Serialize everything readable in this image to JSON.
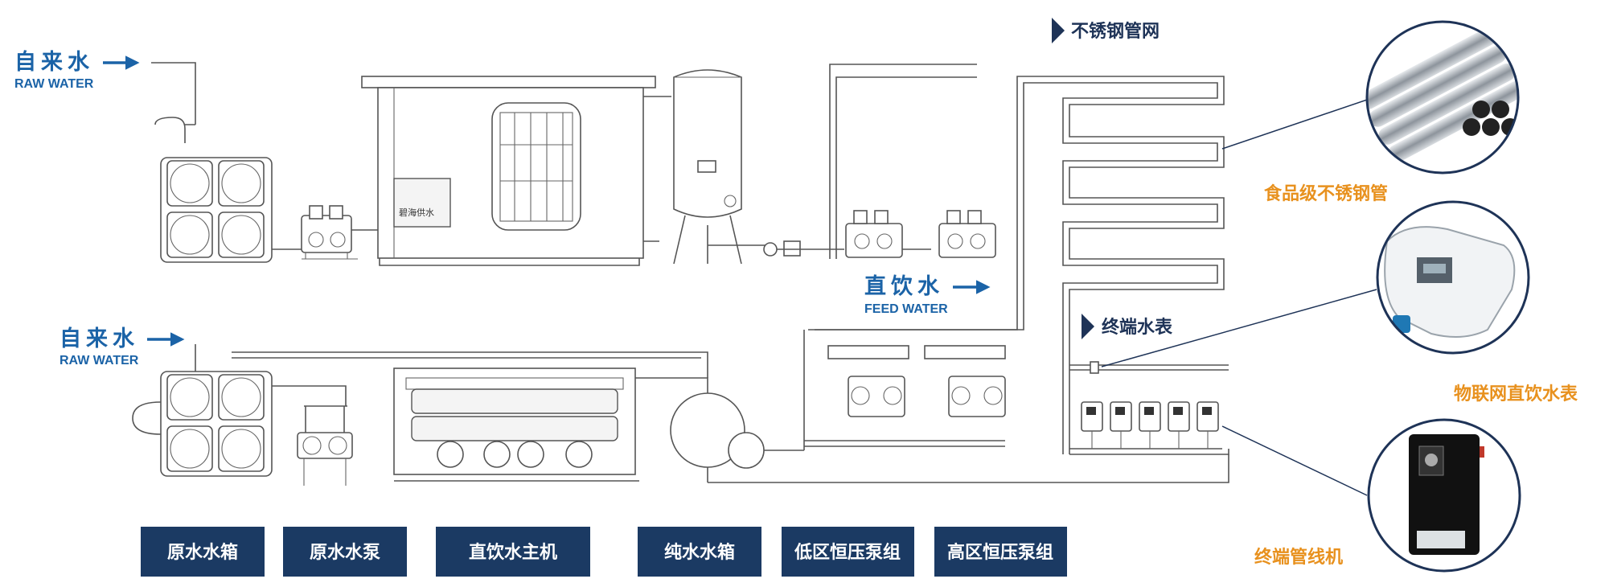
{
  "inlets": {
    "top": {
      "cn": "自来水",
      "en": "RAW WATER"
    },
    "bottom": {
      "cn": "自来水",
      "en": "RAW WATER"
    },
    "feed": {
      "cn": "直饮水",
      "en": "FEED WATER"
    }
  },
  "headings": {
    "pipe_network": "不锈钢管网",
    "terminal_meter": "终端水表"
  },
  "callouts": {
    "steel_pipe": "食品级不锈钢管",
    "iot_meter": "物联网直饮水表",
    "terminal_machine": "终端管线机"
  },
  "host_brand": "碧海供水",
  "legend": [
    "原水水箱",
    "原水水泵",
    "直饮水主机",
    "纯水水箱",
    "低区恒压泵组",
    "高区恒压泵组"
  ],
  "colors": {
    "inlet_blue": "#1b63a7",
    "callout_orange": "#e8911e",
    "heading_navy": "#1e3357",
    "legend_bg": "#1b3a63"
  },
  "icons": {
    "inlet_arrow": "arrow-right-icon",
    "heading_marker": "triangle-right-icon"
  }
}
